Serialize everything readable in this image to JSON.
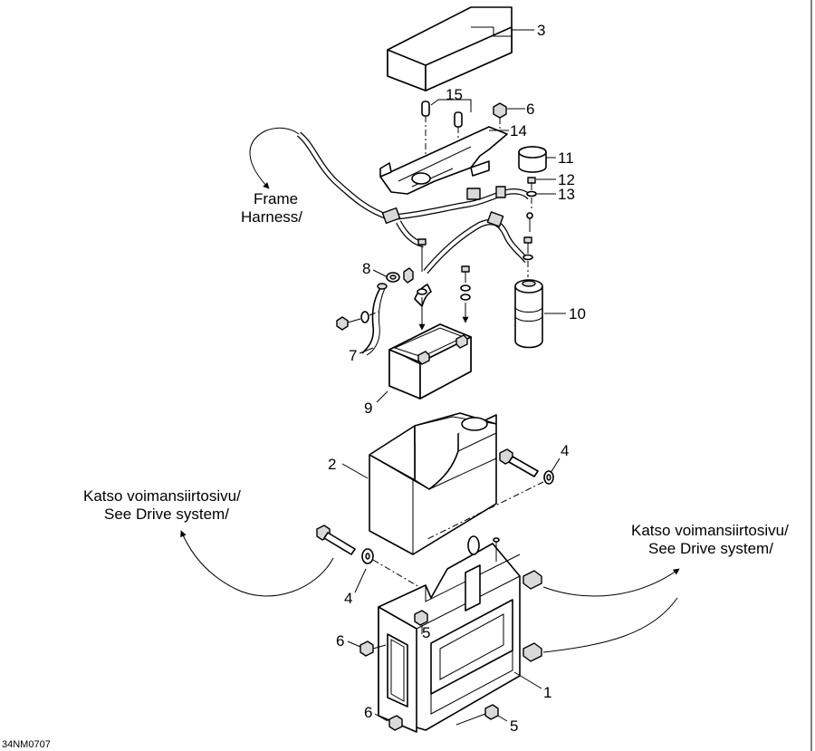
{
  "diagram": {
    "drawing_code": "34NM0707",
    "callouts": {
      "c1": "1",
      "c2": "2",
      "c3": "3",
      "c4a": "4",
      "c4b": "4",
      "c5a": "5",
      "c5b": "5",
      "c6a": "6",
      "c6b": "6",
      "c6c": "6",
      "c7": "7",
      "c8": "8",
      "c9": "9",
      "c10": "10",
      "c11": "11",
      "c12": "12",
      "c13": "13",
      "c14": "14",
      "c15": "15"
    },
    "annotations": {
      "frame_harness_line1": "Frame",
      "frame_harness_line2": "Harness/",
      "drive_left_line1": "Katso voimansiirtosivu/",
      "drive_left_line2": "See Drive system/",
      "drive_right_line1": "Katso voimansiirtosivu/",
      "drive_right_line2": "See Drive system/"
    }
  }
}
